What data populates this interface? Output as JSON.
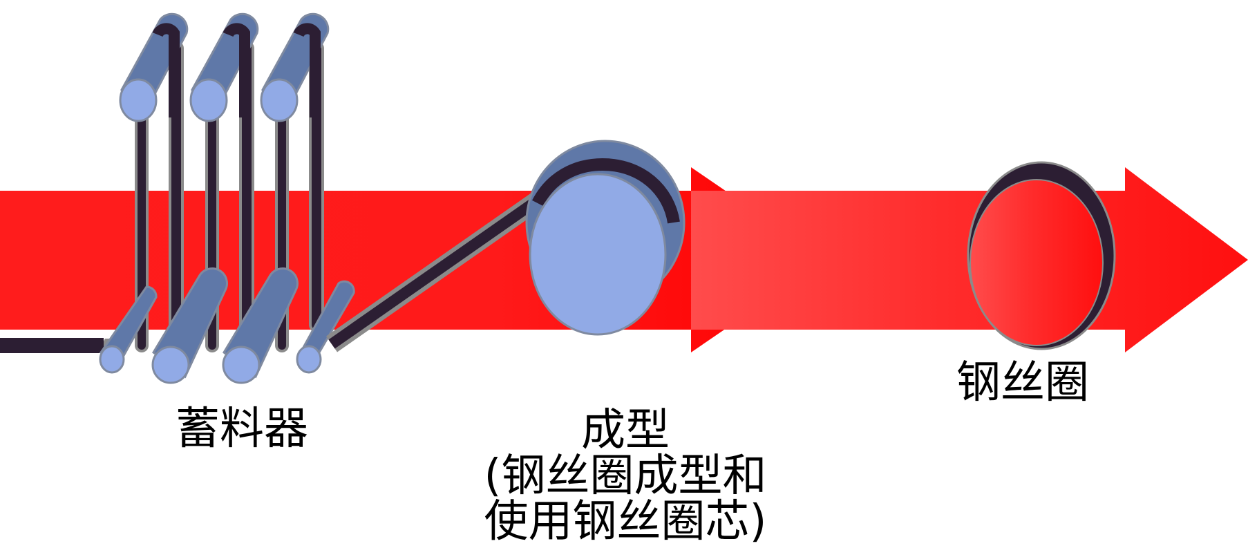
{
  "diagram": {
    "labels": {
      "accumulator": "蓄料器",
      "forming": [
        "成型",
        "(钢丝圈成型和",
        "使用钢丝圈芯)"
      ],
      "bead_ring": "钢丝圈"
    },
    "colors": {
      "flow_arrow": "#ff1a1a",
      "flow_arrow_light": "#ff5b5b",
      "wire": "#2c1e33",
      "wire_outline": "#8b8b8b",
      "roller_body": "#5f78a8",
      "roller_end": "#91aae6",
      "roller_outline": "#7f8aa0",
      "text": "#000000"
    },
    "icons": {
      "accumulator_rollers": "roller-icon",
      "forming_drum": "drum-icon",
      "bead_ring": "ring-icon",
      "flow": "arrow-right-icon"
    }
  }
}
